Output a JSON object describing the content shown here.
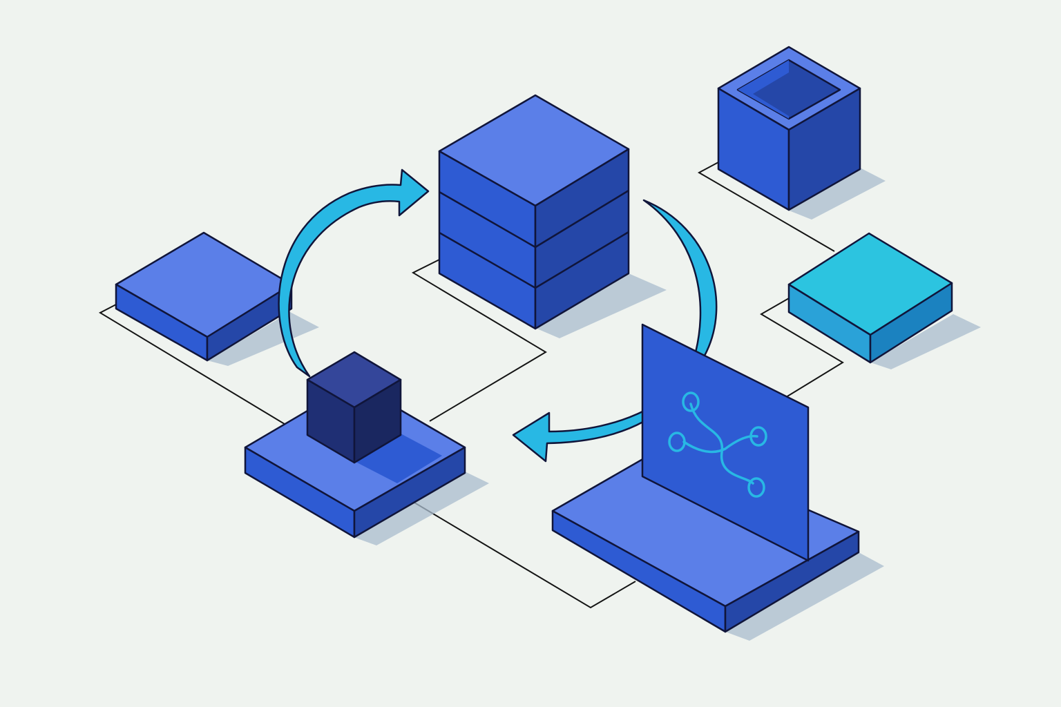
{
  "diagram": {
    "background": "#eff3ef",
    "palette": {
      "top": "#5b7fe8",
      "left": "#2e5bd3",
      "right": "#2547a8",
      "dark_top": "#34469a",
      "dark_left": "#1f2f74",
      "dark_right": "#1a2760",
      "cyan_top": "#2cc4e0",
      "cyan_left": "#2aa2d8",
      "cyan_right": "#1b82c0",
      "arrow": "#28b8e4",
      "outline": "#10153a",
      "connector": "#141414",
      "shadow": "#a9bccd"
    },
    "nodes": [
      {
        "id": "stacked-database-block",
        "shape": "three-layer-cube",
        "color": "blue"
      },
      {
        "id": "open-top-box",
        "shape": "hollow-cube",
        "color": "blue"
      },
      {
        "id": "left-flat-block",
        "shape": "slab",
        "color": "blue"
      },
      {
        "id": "cyan-flat-block",
        "shape": "slab",
        "color": "cyan"
      },
      {
        "id": "platform-with-cube",
        "shape": "slab-with-cube",
        "color": "dark-blue"
      },
      {
        "id": "monitor-panel",
        "shape": "screen-on-base",
        "color": "blue",
        "icon": "flow-graph-icon"
      }
    ],
    "arrows": [
      {
        "id": "cycle-arrow-up",
        "from": "platform-with-cube",
        "to": "stacked-database-block"
      },
      {
        "id": "cycle-arrow-down",
        "from": "stacked-database-block",
        "to": "monitor-panel"
      }
    ]
  }
}
